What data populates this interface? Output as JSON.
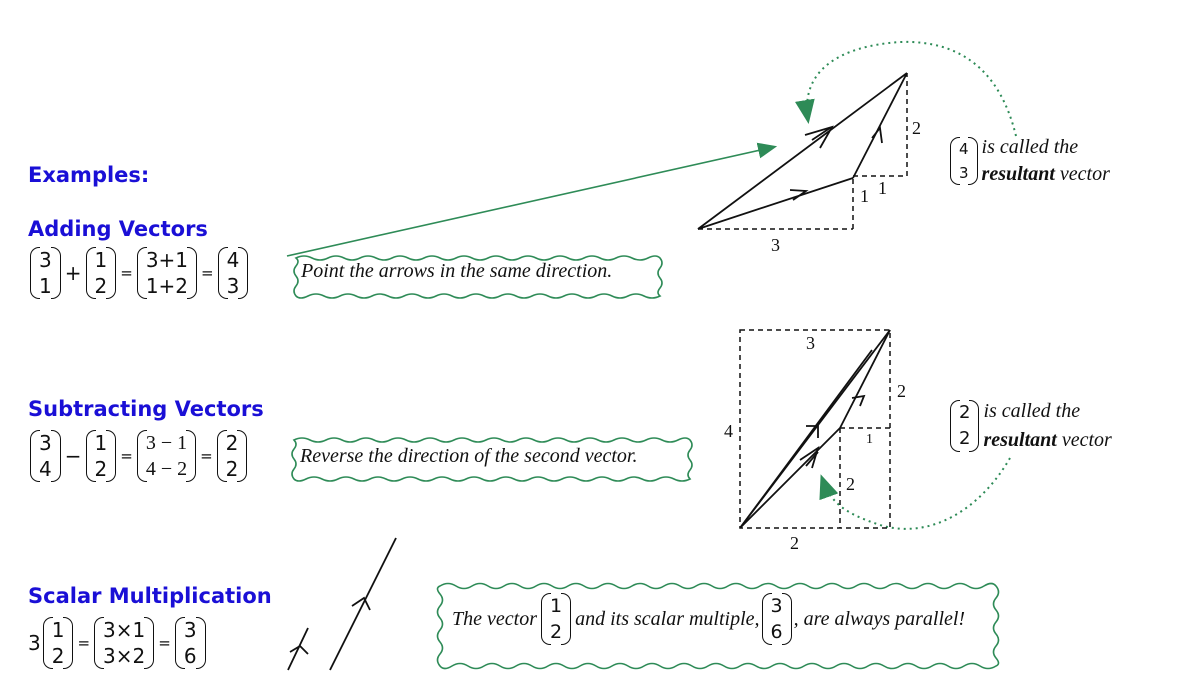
{
  "headings": {
    "examples": "Examples:",
    "adding": "Adding Vectors",
    "subtracting": "Subtracting Vectors",
    "scalar": "Scalar Multiplication"
  },
  "adding_eq": {
    "a": [
      "3",
      "1"
    ],
    "b": [
      "1",
      "2"
    ],
    "sum": [
      "3+1",
      "1+2"
    ],
    "result": [
      "4",
      "3"
    ],
    "plus": "+",
    "equals": "="
  },
  "adding_note": "Point the arrows in the same direction.",
  "subtracting_eq": {
    "a": [
      "3",
      "4"
    ],
    "b": [
      "1",
      "2"
    ],
    "diff": [
      "3 − 1",
      "4 − 2"
    ],
    "result": [
      "2",
      "2"
    ],
    "minus": "−",
    "equals": "="
  },
  "subtracting_note": "Reverse the direction of the second vector.",
  "scalar_eq": {
    "k": "3",
    "v": [
      "1",
      "2"
    ],
    "prod": [
      "3×1",
      "3×2"
    ],
    "result": [
      "3",
      "6"
    ],
    "equals": "="
  },
  "scalar_note": {
    "part1": "The vector",
    "v": [
      "1",
      "2"
    ],
    "part2": "and its scalar multiple,",
    "m": [
      "3",
      "6"
    ],
    "part3": ", are always parallel!"
  },
  "resultant_add": {
    "vec": [
      "4",
      "3"
    ],
    "line1": "is called the",
    "bold": "resultant",
    "line2_rest": " vector"
  },
  "resultant_sub": {
    "vec": [
      "2",
      "2"
    ],
    "line1": "is called the",
    "bold": "resultant",
    "line2_rest": " vector"
  },
  "diagram_add_labels": {
    "base": "3",
    "step1": "1",
    "step1b": "1",
    "height": "2"
  },
  "diagram_sub_labels": {
    "top": "3",
    "left": "4",
    "right": "2",
    "step": "1",
    "mid": "2",
    "bottom": "2"
  },
  "colors": {
    "heading": "#1a0fd6",
    "accent_green": "#2e8b57"
  }
}
